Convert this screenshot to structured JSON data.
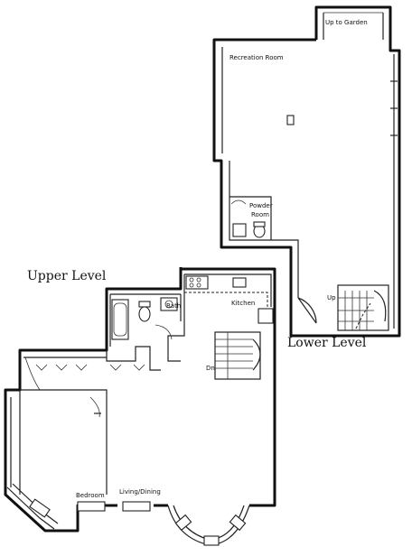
{
  "levels": {
    "upper": "Upper Level",
    "lower": "Lower Level"
  },
  "rooms": {
    "up_to_garden": "Up to Garden",
    "recreation_room": "Recreation Room",
    "powder_room_line1": "Powder",
    "powder_room_line2": "Room",
    "up": "Up",
    "bath": "Bath",
    "kitchen": "Kitchen",
    "dn": "Dn",
    "bedroom": "Bedroom",
    "living_dining": "Living/Dining"
  }
}
